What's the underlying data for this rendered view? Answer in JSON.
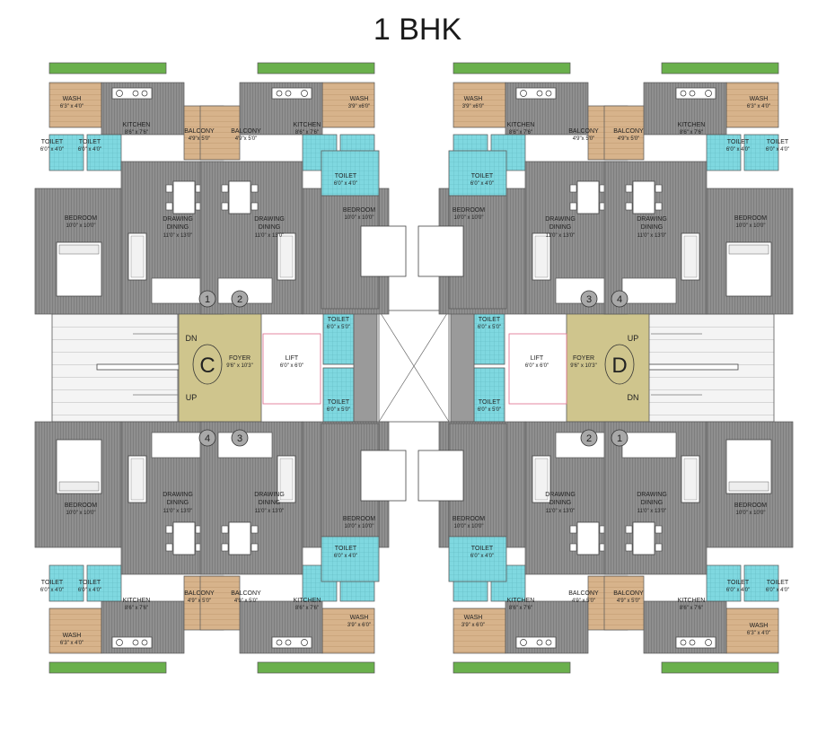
{
  "title": "1 BHK",
  "labels": {
    "wash": "WASH",
    "kitchen": "KITCHEN",
    "balcony": "BALCONY",
    "toilet": "TOILET",
    "bedroom": "BEDROOM",
    "drawing": "DRAWING",
    "dining": "DINING",
    "foyer": "FOYER",
    "lift": "LIFT",
    "up": "UP",
    "dn": "DN"
  },
  "dims": {
    "wash_a": "6'3\" x 4'0\"",
    "wash_b": "3'9\" x6'0\"",
    "wash_c": "3'9\" x 6'0\"",
    "kitchen": "8'6\" x 7'6\"",
    "balcony": "4'9\"x 5'0\"",
    "balcony_b": "4'9\" x 5'0\"",
    "toilet_a": "6'0\" x 4'0\"",
    "toilet_b": "6'0\" x 4'0\"",
    "toilet_c": "6'0\" x 5'0\"",
    "bedroom": "10'0\" x 10'0\"",
    "drawing": "11'0\" x 13'0\"",
    "foyer": "9'6\" x 10'3\"",
    "lift": "6'0\" x 6'0\""
  },
  "blocks": [
    "C",
    "D"
  ],
  "unit_numbers": [
    "1",
    "2",
    "3",
    "4"
  ],
  "colors": {
    "floor_grey": "#8c8c8c",
    "wall_grey": "#6f6f6f",
    "wash_tan": "#d8b48c",
    "toilet_cyan": "#7fd8e0",
    "foyer_khaki": "#cfc58d",
    "garden_green": "#6ab04c",
    "lift_pink": "#e06a8a"
  }
}
